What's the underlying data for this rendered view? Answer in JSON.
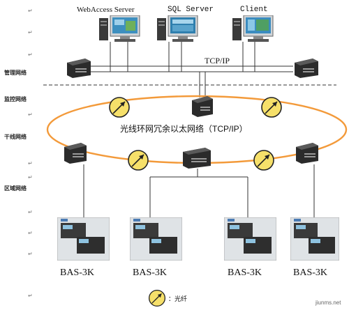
{
  "servers": {
    "webaccess": "WebAccess Server",
    "sql": "SQL Server",
    "client": "Client"
  },
  "bus_label": "TCP/IP",
  "ring_label": "光线环网冗余以太网络（TCP/IP）",
  "zones": {
    "management": "管理网络",
    "monitoring": "监控网络",
    "trunk": "干线网络",
    "area": "区域网络"
  },
  "controllers": [
    "BAS-3K",
    "BAS-3K",
    "BAS-3K",
    "BAS-3K"
  ],
  "legend": {
    "label": "：光纤"
  },
  "watermark": "jiunms.net",
  "colors": {
    "ring": "#f39a3a",
    "fiber_icon": "#f6e06a",
    "switch": "#2b2b2b"
  }
}
